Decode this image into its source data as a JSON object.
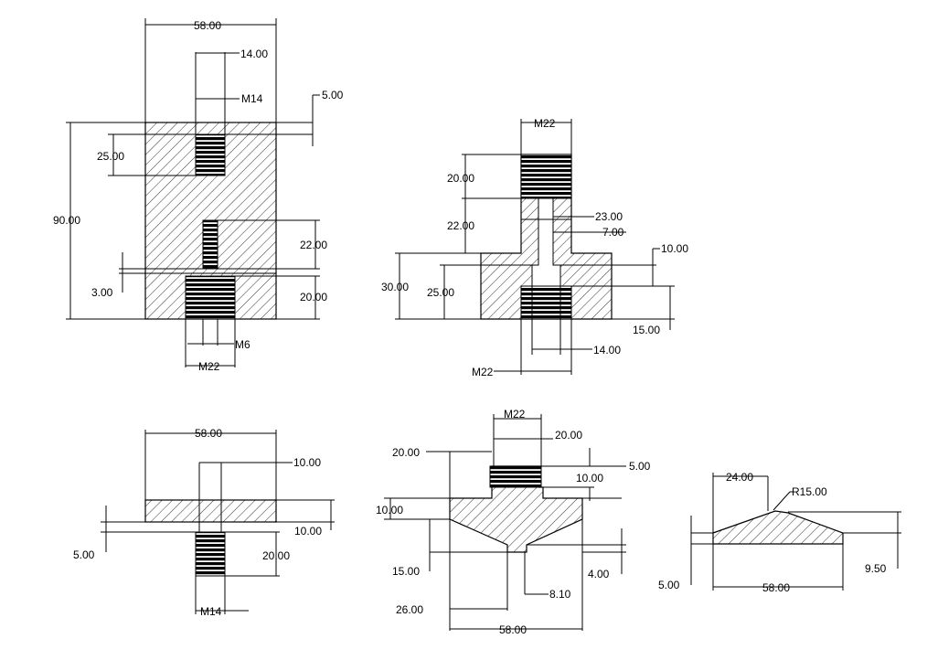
{
  "drawing": {
    "part_a": {
      "labels": [
        "58.00",
        "14.00",
        "M14",
        "5.00",
        "25.00",
        "90.00",
        "22.00",
        "3.00",
        "20.00",
        "M6",
        "M22"
      ]
    },
    "part_b": {
      "labels": [
        "M22",
        "20.00",
        "22.00",
        "23.00",
        "7.00",
        "10.00",
        "30.00",
        "25.00",
        "15.00",
        "14.00",
        "M22"
      ]
    },
    "part_c": {
      "labels": [
        "58.00",
        "10.00",
        "10.00",
        "5.00",
        "20.00",
        "M14"
      ]
    },
    "part_d": {
      "labels": [
        "M22",
        "20.00",
        "20.00",
        "5.00",
        "10.00",
        "10.00",
        "15.00",
        "4.00",
        "8.10",
        "26.00",
        "58.00"
      ]
    },
    "part_e": {
      "labels": [
        "24.00",
        "R15.00",
        "5.00",
        "58.00",
        "9.50"
      ]
    }
  }
}
